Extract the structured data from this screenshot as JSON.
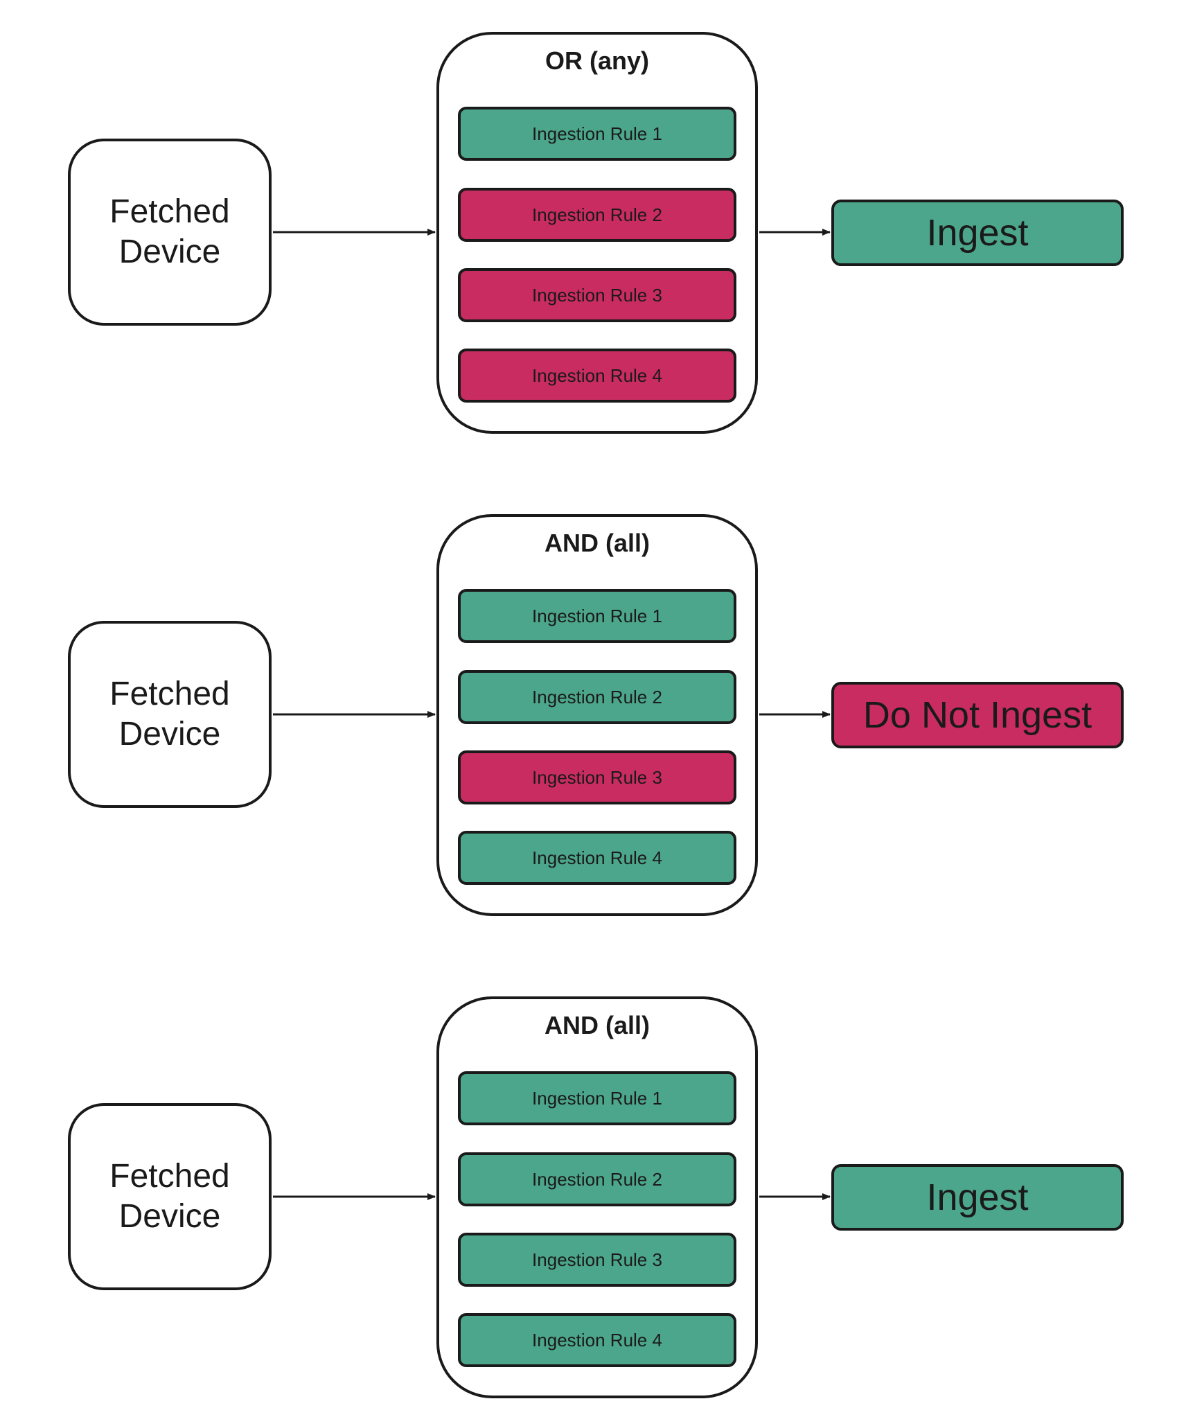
{
  "colors": {
    "pass": "#4ca68b",
    "fail": "#c92c61",
    "stroke": "#1a1a1a"
  },
  "diagrams": [
    {
      "input_label": "Fetched\nDevice",
      "group_title": "OR (any)",
      "rules": [
        {
          "label": "Ingestion Rule 1",
          "status": "pass"
        },
        {
          "label": "Ingestion Rule 2",
          "status": "fail"
        },
        {
          "label": "Ingestion Rule 3",
          "status": "fail"
        },
        {
          "label": "Ingestion Rule 4",
          "status": "fail"
        }
      ],
      "result": {
        "label": "Ingest",
        "status": "pass"
      }
    },
    {
      "input_label": "Fetched\nDevice",
      "group_title": "AND (all)",
      "rules": [
        {
          "label": "Ingestion Rule 1",
          "status": "pass"
        },
        {
          "label": "Ingestion Rule 2",
          "status": "pass"
        },
        {
          "label": "Ingestion Rule 3",
          "status": "fail"
        },
        {
          "label": "Ingestion Rule 4",
          "status": "pass"
        }
      ],
      "result": {
        "label": "Do Not Ingest",
        "status": "fail"
      }
    },
    {
      "input_label": "Fetched\nDevice",
      "group_title": "AND (all)",
      "rules": [
        {
          "label": "Ingestion Rule 1",
          "status": "pass"
        },
        {
          "label": "Ingestion Rule 2",
          "status": "pass"
        },
        {
          "label": "Ingestion Rule 3",
          "status": "pass"
        },
        {
          "label": "Ingestion Rule 4",
          "status": "pass"
        }
      ],
      "result": {
        "label": "Ingest",
        "status": "pass"
      }
    }
  ]
}
